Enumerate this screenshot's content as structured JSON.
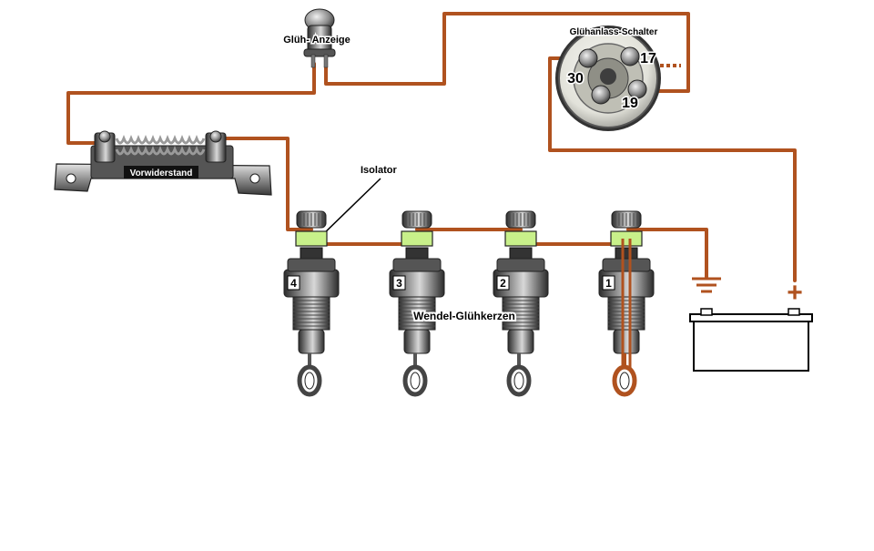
{
  "labels": {
    "glueh_anzeige": "Glüh- Anzeige",
    "schalter": "Glühanlass-Schalter",
    "vorwiderstand": "Vorwiderstand",
    "isolator": "Isolator",
    "wendel": "Wendel-Glühkerzen",
    "terminal_30": "30",
    "terminal_17": "17",
    "terminal_19": "19",
    "plug_4": "4",
    "plug_3": "3",
    "plug_2": "2",
    "plug_1": "1",
    "battery_plus": "+"
  },
  "colors": {
    "wire": "#b0521f",
    "isolator": "#c8f08a",
    "metal_dark": "#3a3a3a",
    "metal_mid": "#8a8a8a",
    "metal_light": "#cfcfcf",
    "outline": "#111111"
  },
  "icons": [
    "glow-indicator-icon",
    "ignition-switch-icon",
    "resistor-icon",
    "glow-plug-icon",
    "ground-icon",
    "battery-icon"
  ]
}
